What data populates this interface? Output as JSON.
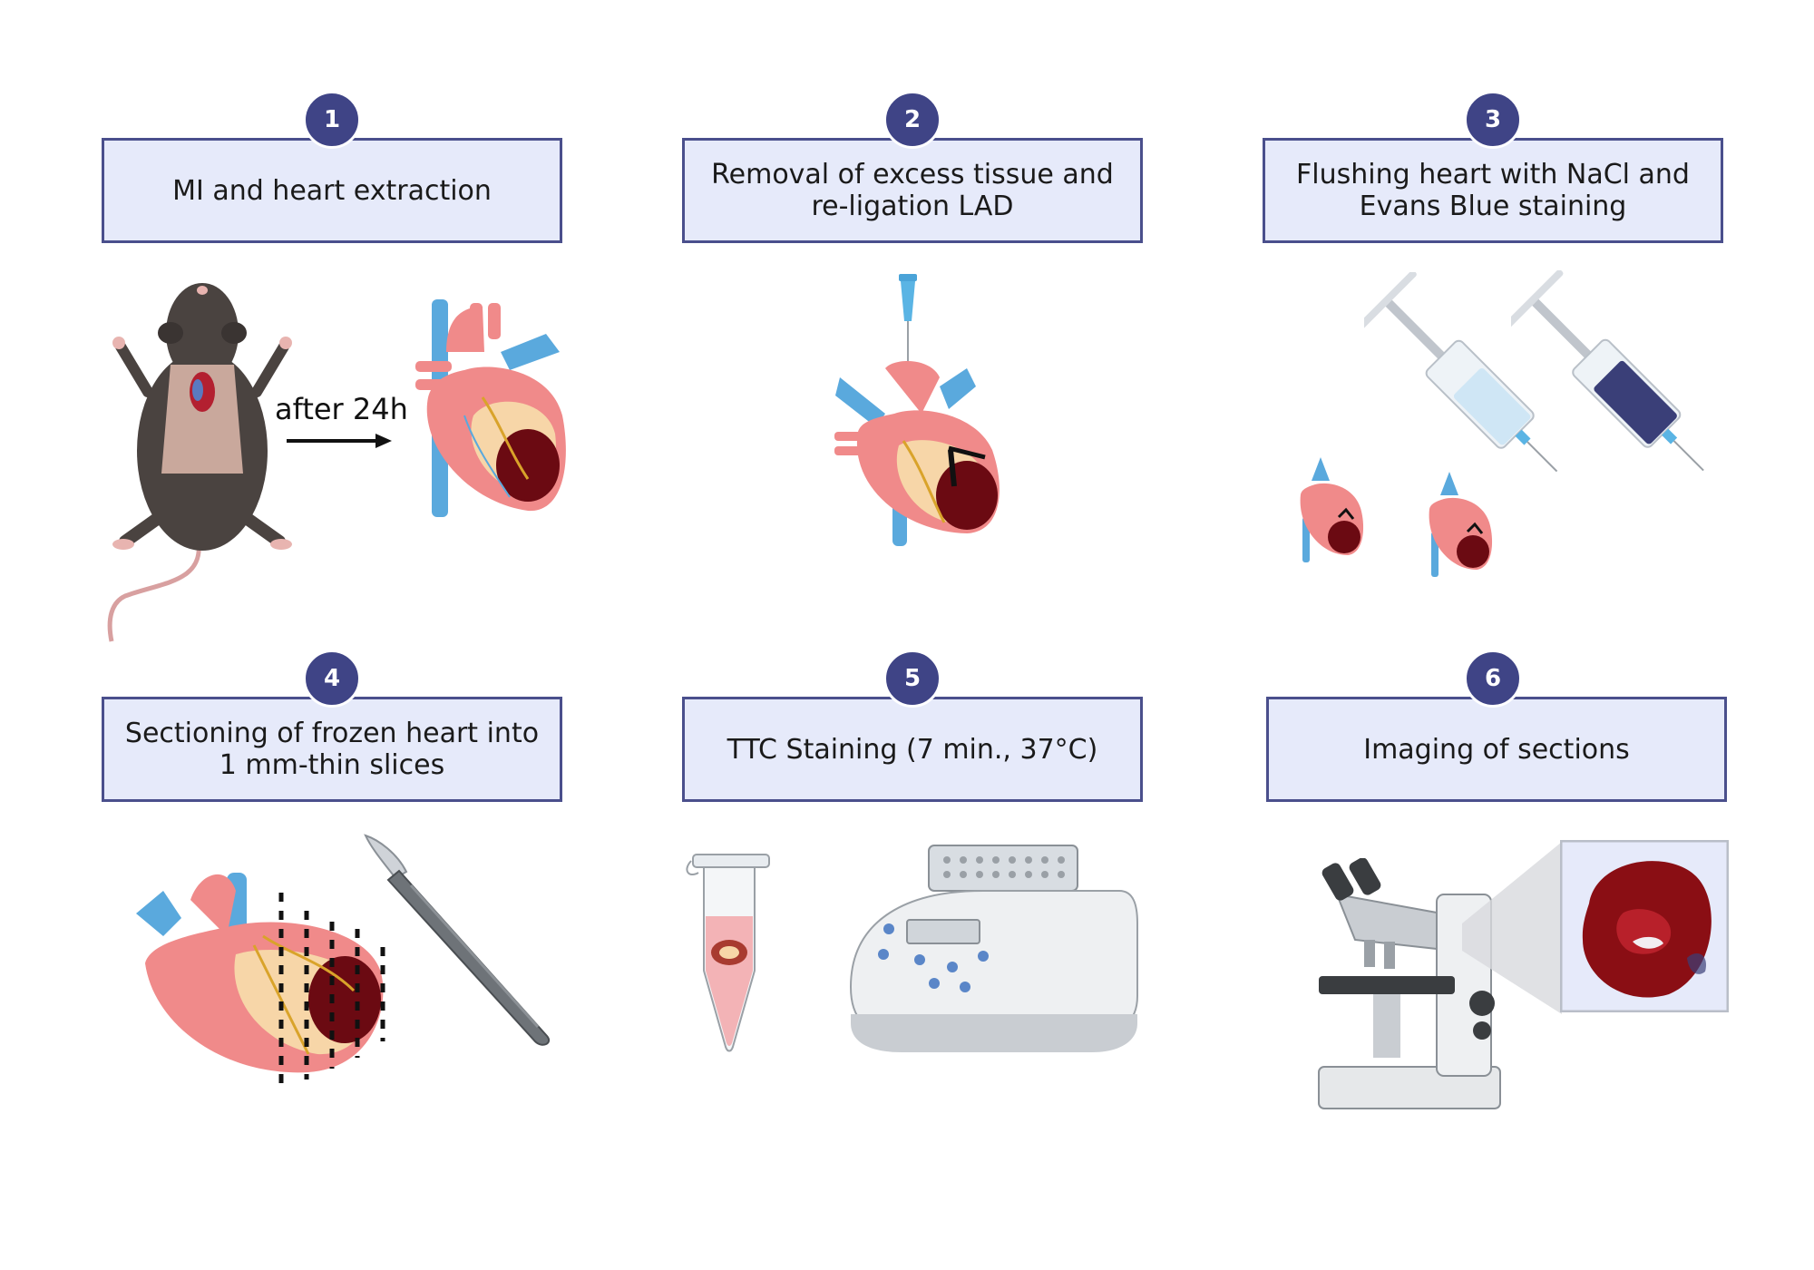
{
  "steps": [
    {
      "number": "1",
      "label": "MI and heart extraction"
    },
    {
      "number": "2",
      "label": "Removal of excess tissue and\nre-ligation LAD"
    },
    {
      "number": "3",
      "label": "Flushing heart with NaCl and\nEvans Blue staining"
    },
    {
      "number": "4",
      "label": "Sectioning of frozen heart  into\n1 mm-thin slices"
    },
    {
      "number": "5",
      "label": "TTC Staining (7 min., 37°C)"
    },
    {
      "number": "6",
      "label": "Imaging of sections"
    }
  ],
  "annotations": {
    "time_label": "after 24h"
  },
  "colors": {
    "box_fill": "#e6eafa",
    "box_border": "#4a4f8c",
    "badge": "#3f4486",
    "heart": "#f08a8a",
    "vessel_blue": "#5aa9dd",
    "infarct": "#6b0a12",
    "evans_blue": "#3a3f78"
  },
  "icons": [
    "mouse-icon",
    "heart-icon",
    "needle-icon",
    "syringe-icon",
    "scalpel-icon",
    "tube-icon",
    "thermomixer-icon",
    "microscope-icon",
    "heart-slice-image"
  ]
}
